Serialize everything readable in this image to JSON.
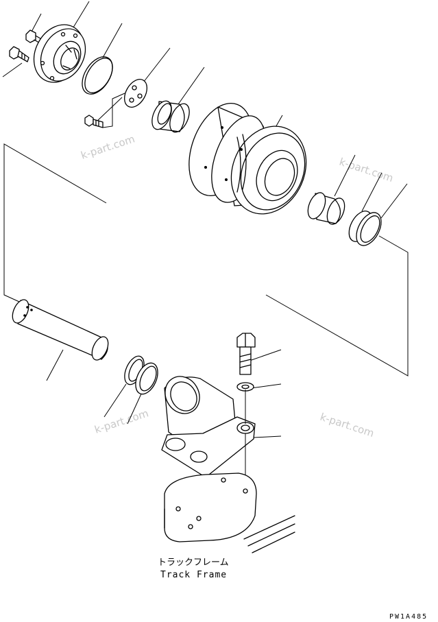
{
  "watermarks": [
    {
      "text": "k-part.com"
    },
    {
      "text": "k-part.com"
    },
    {
      "text": "k-part.com"
    },
    {
      "text": "k-part.com"
    }
  ],
  "caption": {
    "jp": "トラックフレーム",
    "en": "Track Frame"
  },
  "figure_code": "PW1A485"
}
